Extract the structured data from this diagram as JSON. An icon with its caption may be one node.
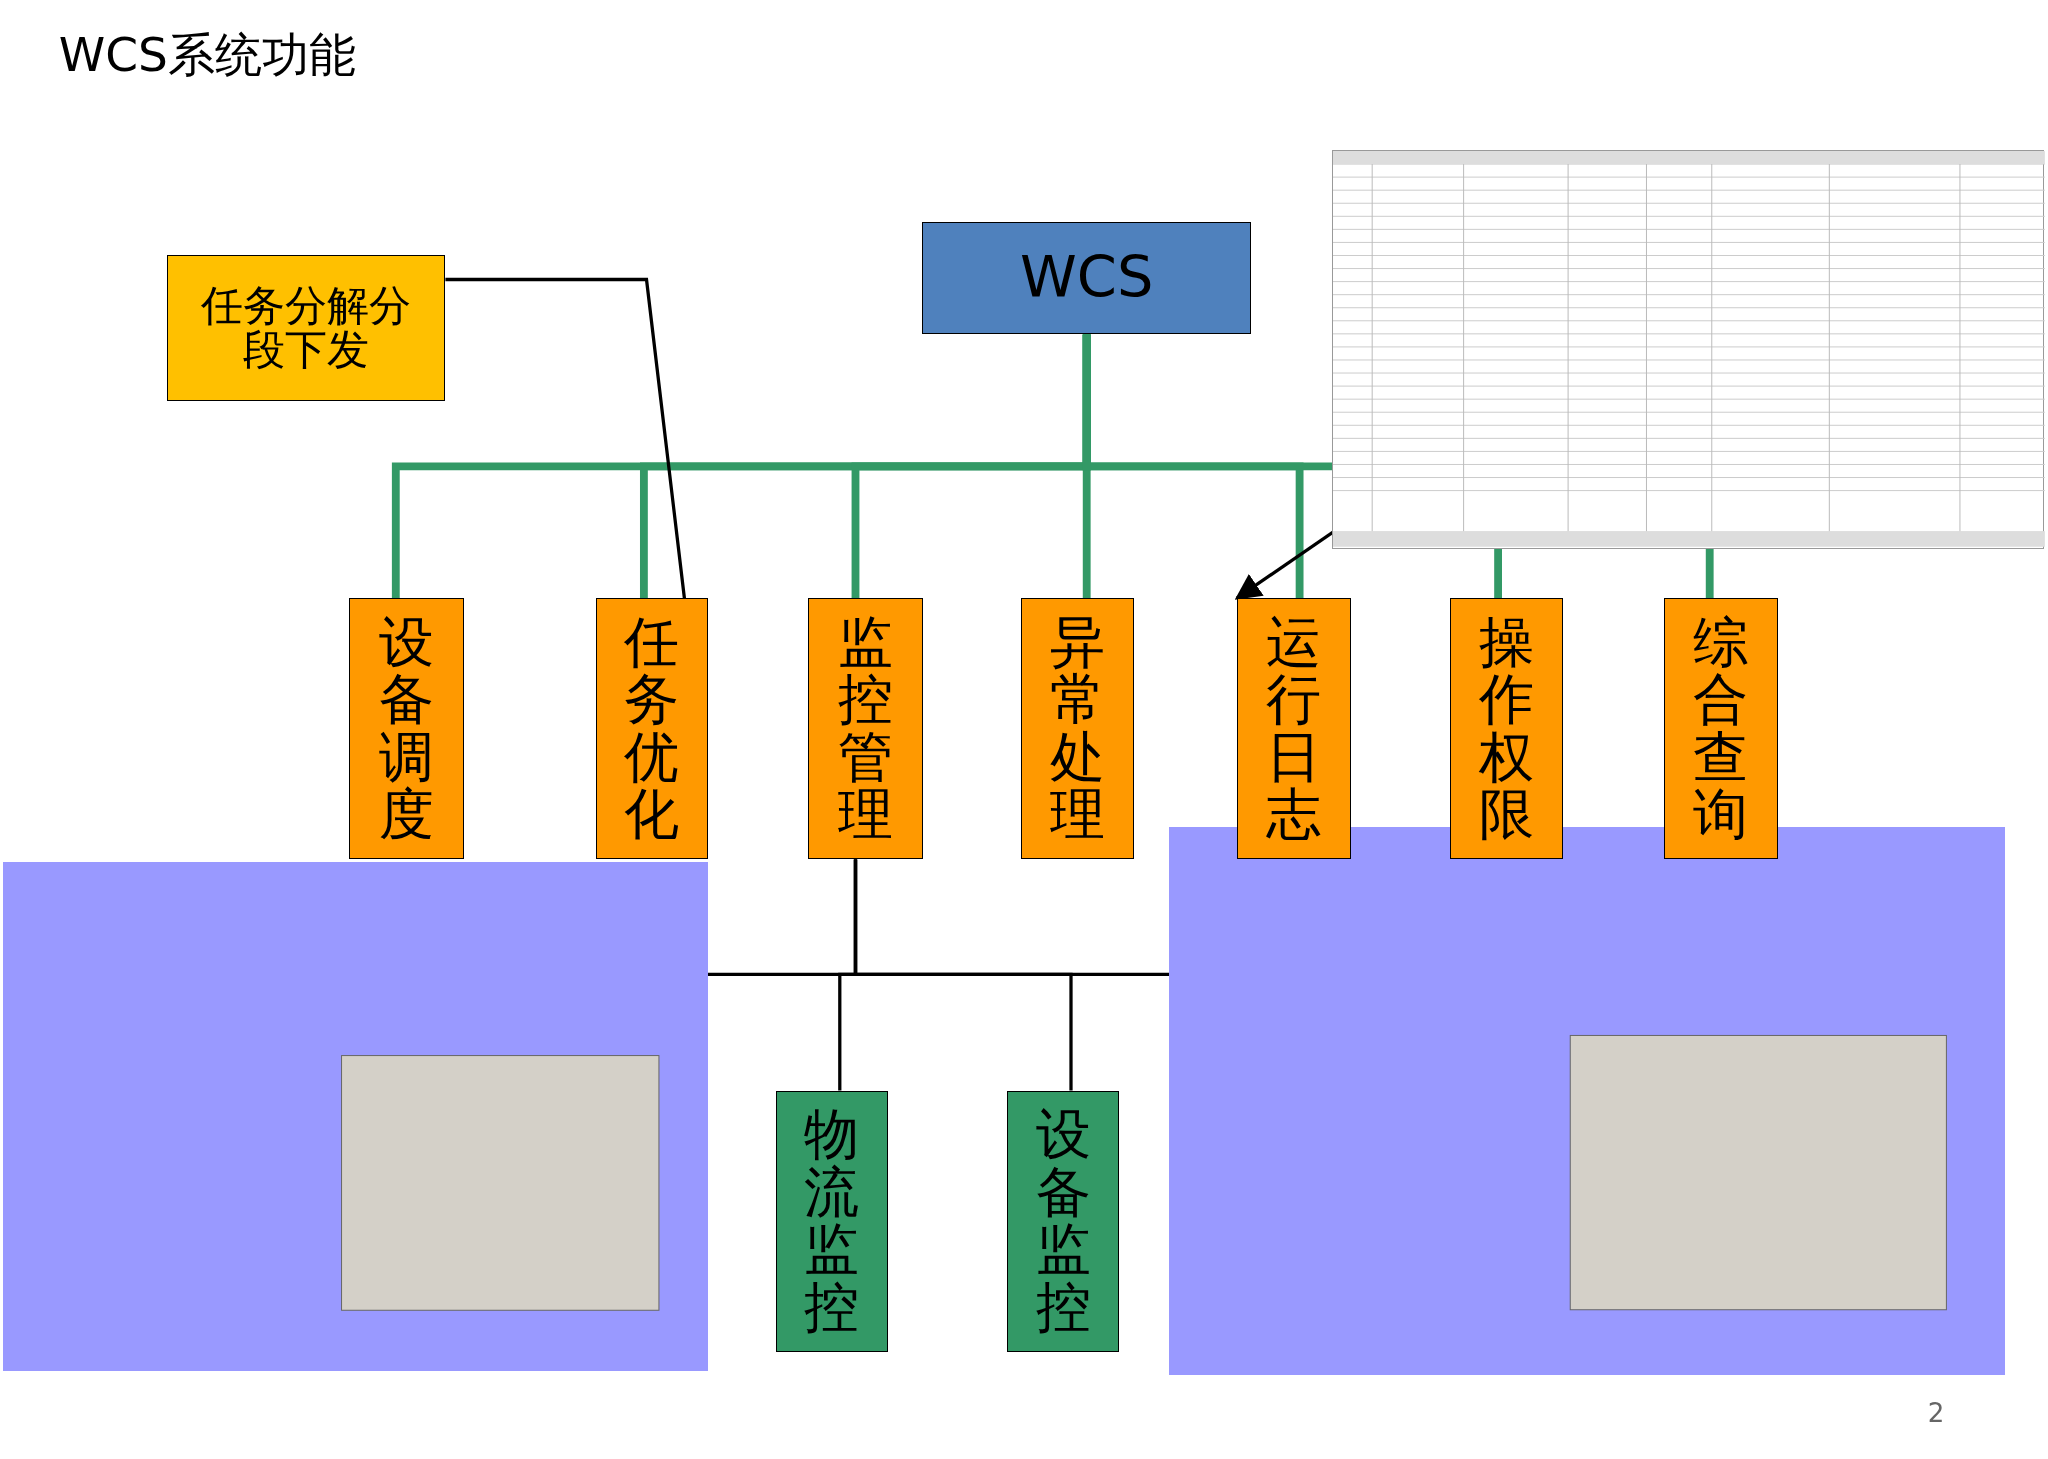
{
  "diagram": {
    "title": "WCS系统功能",
    "nodes": [
      {
        "text": [
          "任务分解分段下发"
        ]
      },
      {
        "text": [
          "WCS"
        ]
      },
      {
        "text": [],
        "shape": "picture"
      },
      {
        "text": [
          "设备调度"
        ]
      },
      {
        "text": [
          "任务优化"
        ]
      },
      {
        "text": [
          "监控管理"
        ]
      },
      {
        "text": [
          "异常处理"
        ]
      },
      {
        "text": [
          "运行日志"
        ]
      },
      {
        "text": [
          "操作权限"
        ]
      },
      {
        "text": [
          "综合查询"
        ]
      },
      {
        "text": [],
        "shape": "picture"
      },
      {
        "text": [],
        "shape": "picture"
      },
      {
        "text": [
          "物流监控"
        ]
      },
      {
        "text": [
          "设备监控"
        ]
      }
    ],
    "edges": [
      {
        "from": 1,
        "to": 3,
        "arrow": "none"
      },
      {
        "from": 1,
        "to": 4,
        "arrow": "none"
      },
      {
        "from": 1,
        "to": 5,
        "arrow": "none"
      },
      {
        "from": 1,
        "to": 6,
        "arrow": "none"
      },
      {
        "from": 1,
        "to": 7,
        "arrow": "none"
      },
      {
        "from": 2,
        "to": 8,
        "arrow": "none"
      },
      {
        "from": 2,
        "to": 9,
        "arrow": "none"
      },
      {
        "from": 0,
        "to": 4,
        "arrow": "none",
        "color": "#000000"
      },
      {
        "from": 2,
        "to": 7,
        "arrow": "to",
        "color": "#000000"
      },
      {
        "from": 5,
        "to": 12,
        "arrow": "none",
        "color": "#000000"
      },
      {
        "from": 5,
        "to": 13,
        "arrow": "none",
        "color": "#000000"
      },
      {
        "from": 5,
        "to": 10,
        "arrow": "none",
        "color": "#000000"
      },
      {
        "from": 5,
        "to": 11,
        "arrow": "none",
        "color": "#000000"
      },
      {
        "from": 1,
        "to": 2,
        "arrow": "none"
      }
    ],
    "labels": [
      "2"
    ]
  }
}
